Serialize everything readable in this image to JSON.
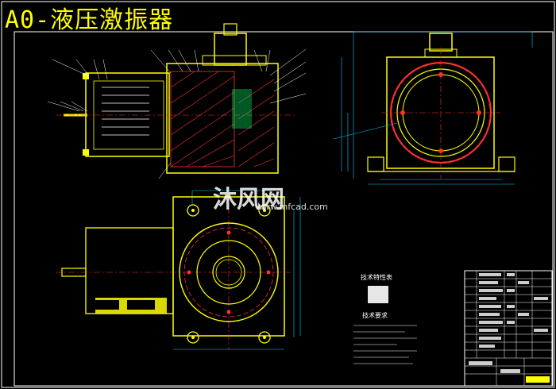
{
  "drawing": {
    "title": "A0-液压激振器",
    "watermark": "沐风网",
    "watermark_url": "www.mfcad.com",
    "tech_section_title": "技术特性表",
    "tech_req_title": "技术要求",
    "colors": {
      "background": "#000000",
      "outline": "#ffff00",
      "dimension": "#00c8ff",
      "center": "#ff3030",
      "hatch": "#ff3030",
      "border": "#ffffff",
      "accent": "#00ff66"
    }
  }
}
